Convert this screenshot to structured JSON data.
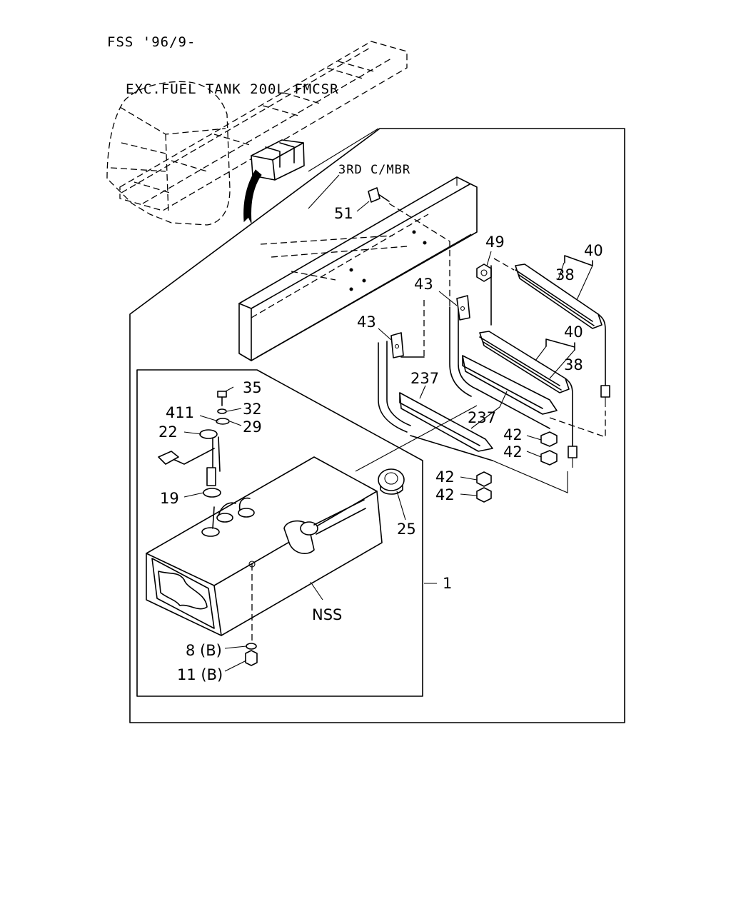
{
  "header": {
    "line1": "FSS '96/9-",
    "line2": "EXC.FUEL TANK 200L FMCSR"
  },
  "labels": {
    "third_crossmember": "3RD C/MBR",
    "p51": "51",
    "p49": "49",
    "p40a": "40",
    "p38a": "38",
    "p43a": "43",
    "p43b": "43",
    "p40b": "40",
    "p38b": "38",
    "p237a": "237",
    "p237b": "237",
    "p35": "35",
    "p32": "32",
    "p411": "411",
    "p29": "29",
    "p22": "22",
    "p42a": "42",
    "p42b": "42",
    "p42c": "42",
    "p42d": "42",
    "p19": "19",
    "p25": "25",
    "p1": "1",
    "nss": "NSS",
    "p8b": "8 (B)",
    "p11b": "11 (B)"
  }
}
